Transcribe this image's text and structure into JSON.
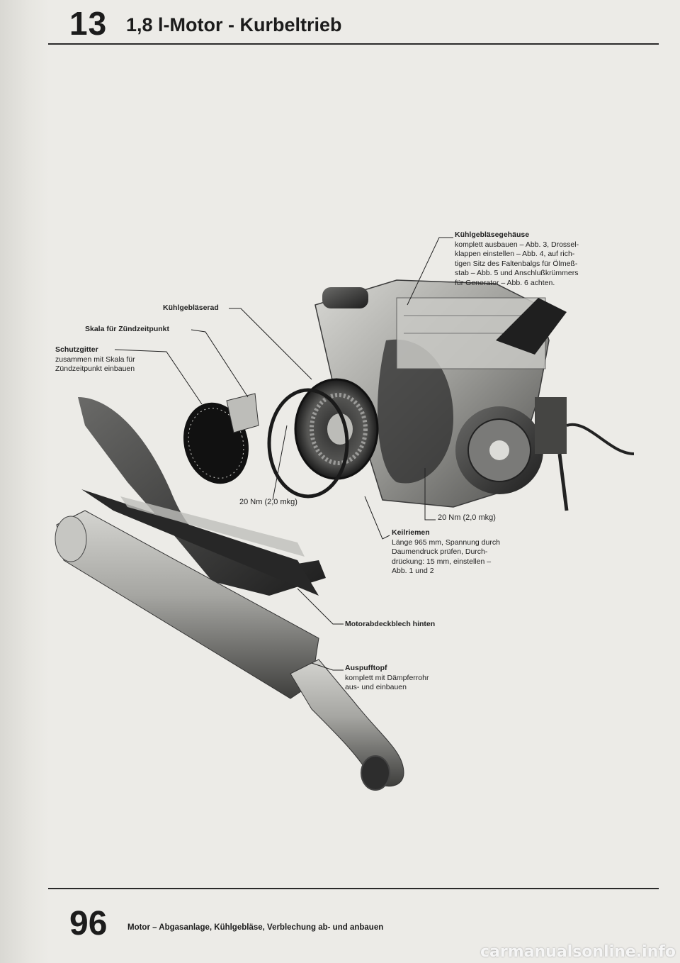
{
  "header": {
    "chapter_number": "13",
    "chapter_title": "1,8 l-Motor - Kurbeltrieb"
  },
  "labels": {
    "kuehlgeblaesegehaeuse": {
      "title": "Kühlgebläsegehäuse",
      "body": "komplett ausbauen – Abb. 3, Drossel-\nklappen einstellen – Abb. 4, auf rich-\ntigen Sitz des Faltenbalgs für Ölmeß-\nstab – Abb. 5 und Anschlußkrümmers\nfür Generator – Abb. 6 achten."
    },
    "kuehlgeblaeserad": {
      "title": "Kühlgebläserad"
    },
    "skala": {
      "title": "Skala für Zündzeitpunkt"
    },
    "schutzgitter": {
      "title": "Schutzgitter",
      "body": "zusammen mit Skala für\nZündzeitpunkt einbauen"
    },
    "torque_left": "20 Nm (2,0 mkg)",
    "torque_right": "20 Nm (2,0 mkg)",
    "keilriemen": {
      "title": "Keilriemen",
      "body": "Länge 965 mm, Spannung durch\nDaumendruck prüfen, Durch-\ndrückung: 15 mm, einstellen –\nAbb. 1 und 2"
    },
    "motorabdeckblech": {
      "title": "Motorabdeckblech hinten"
    },
    "auspufftopf": {
      "title": "Auspufftopf",
      "body": "komplett mit Dämpferrohr\naus- und einbauen"
    }
  },
  "footer": {
    "page_number": "96",
    "text": "Motor – Abgasanlage, Kühlgebläse, Verblechung ab- und anbauen"
  },
  "watermark": "carmanualsonline.info"
}
